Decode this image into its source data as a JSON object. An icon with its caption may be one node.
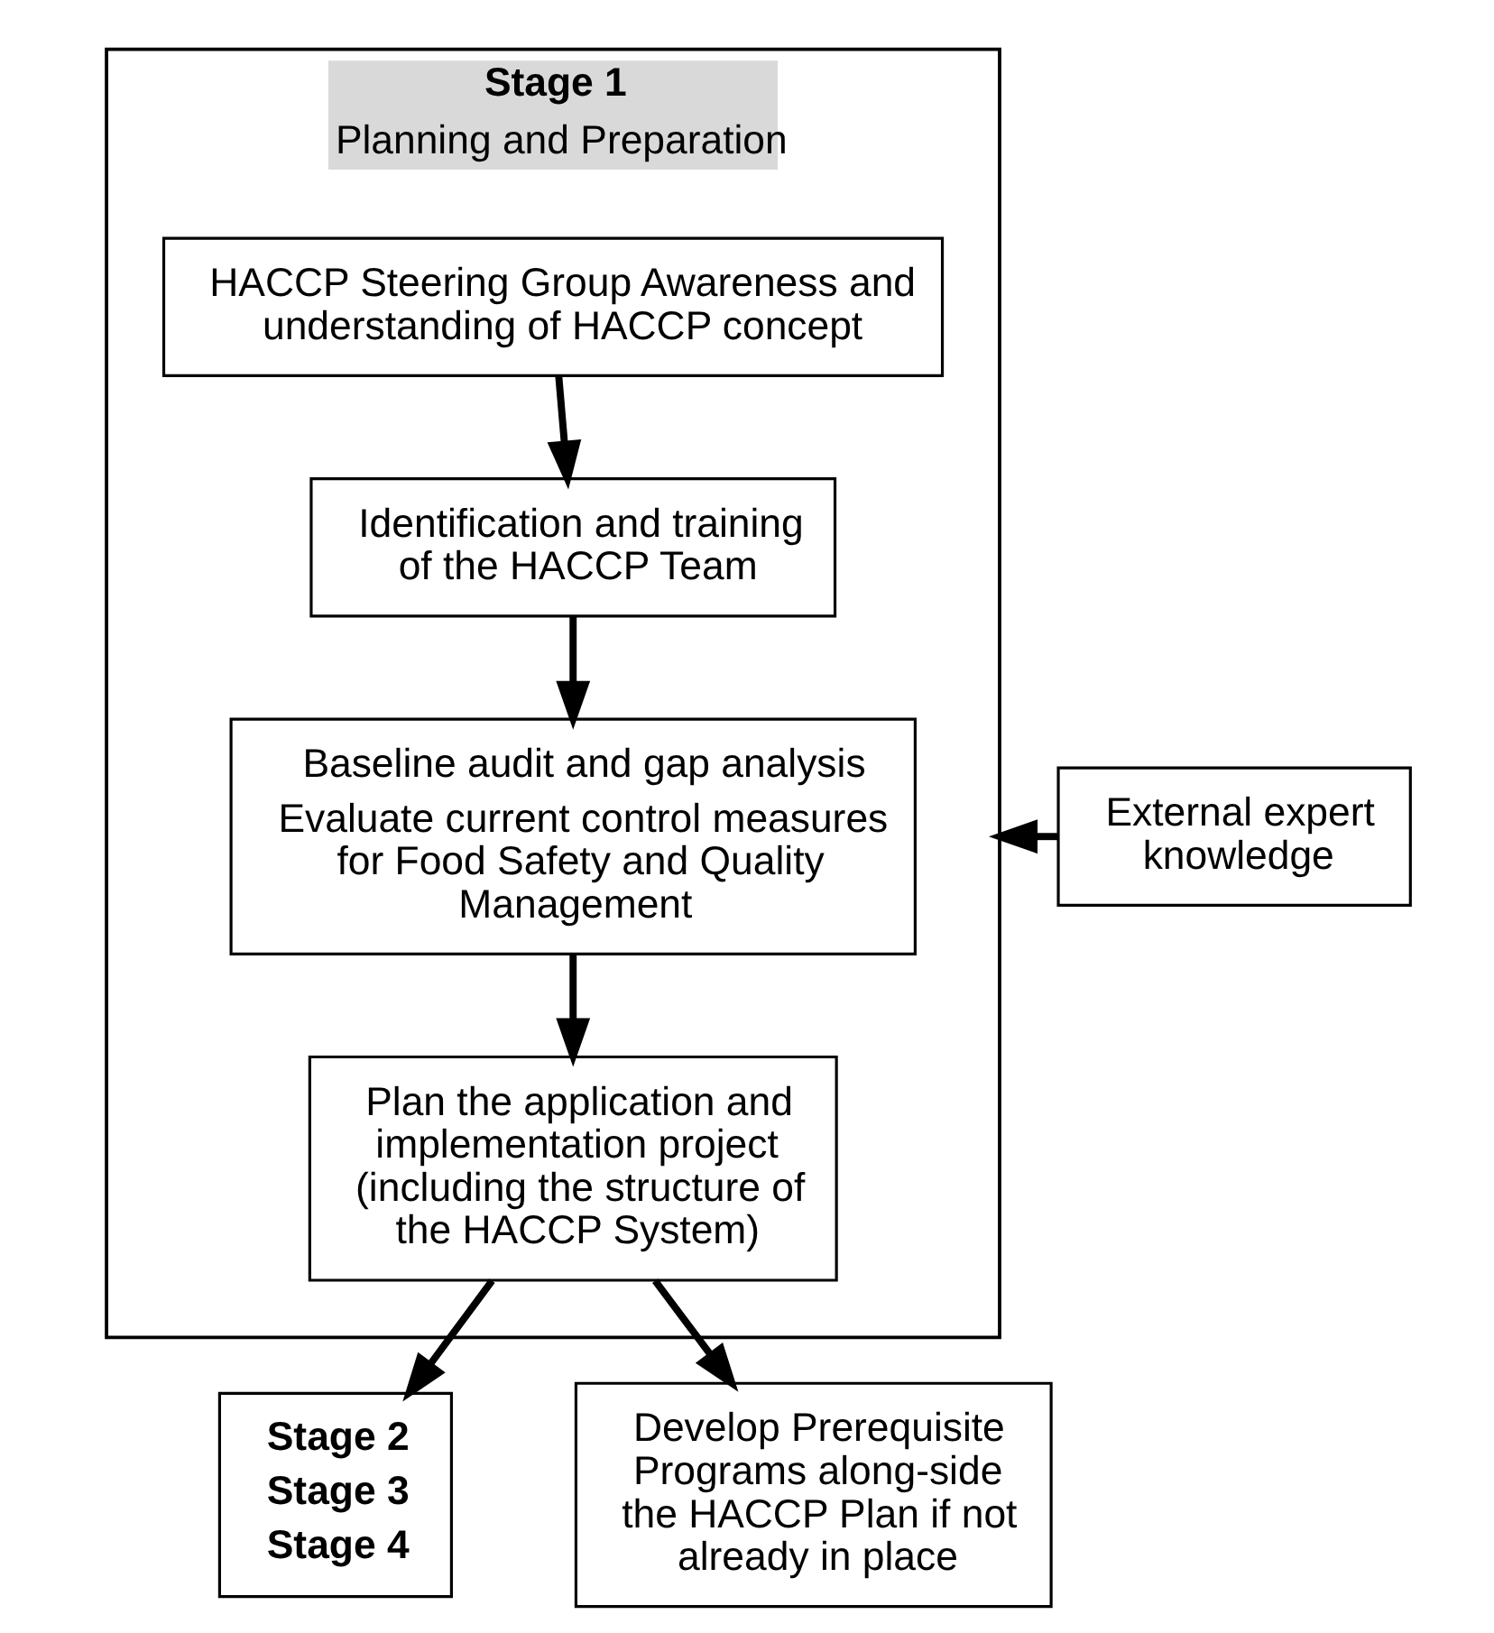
{
  "diagram": {
    "nodes": [
      {
        "text": [
          "Stage 1",
          "Planning and Preparation"
        ]
      },
      {
        "text": [
          "HACCP Steering Group Awareness and understanding of HACCP concept"
        ],
        "in": 0
      },
      {
        "text": [
          "Identification and training of the HACCP Team"
        ],
        "in": 0
      },
      {
        "text": [
          "Baseline audit and gap analysis",
          "Evaluate current control measures for Food Safety and Quality Management"
        ],
        "in": 0
      },
      {
        "text": [
          "Plan the application and implementation project (including the structure of the HACCP System)"
        ],
        "in": 0
      },
      {
        "text": [
          "External expert knowledge"
        ]
      },
      {
        "text": [
          "Stage 2",
          "Stage 3",
          "Stage 4"
        ]
      },
      {
        "text": [
          "Develop Prerequisite Programs along-side the HACCP Plan if not already in place"
        ]
      }
    ],
    "edges": [
      {
        "from": 1,
        "to": 2,
        "arrow": "to"
      },
      {
        "from": 2,
        "to": 3,
        "arrow": "to"
      },
      {
        "from": 5,
        "to": 0,
        "arrow": "to"
      },
      {
        "from": 3,
        "to": 4,
        "arrow": "to"
      },
      {
        "from": 4,
        "to": 6,
        "arrow": "to"
      },
      {
        "from": 4,
        "to": 7,
        "arrow": "to"
      }
    ]
  }
}
